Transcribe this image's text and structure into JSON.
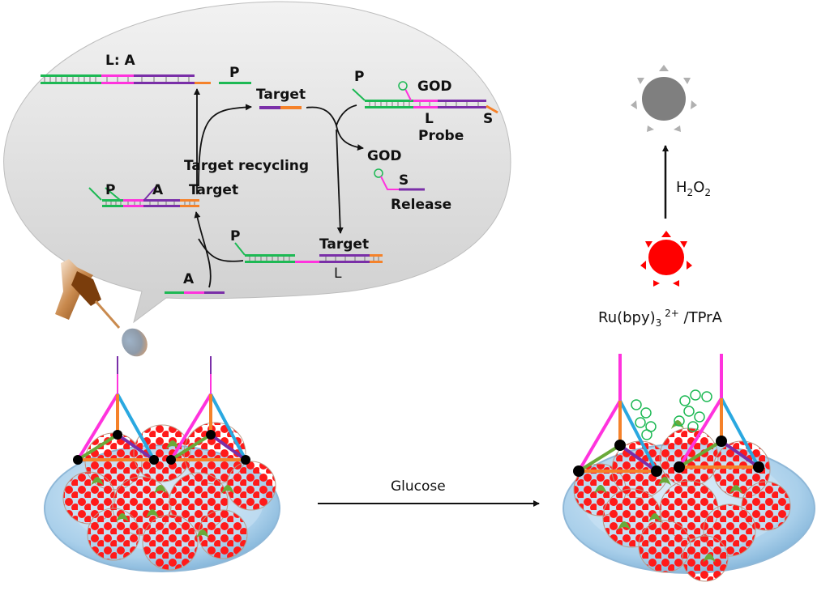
{
  "colors": {
    "green": "#1db954",
    "magenta": "#ff33dd",
    "purple": "#7a2fa8",
    "orange": "#f5822a",
    "cyan": "#2aa8e0",
    "red": "#ff0000",
    "gray_sun": "#7f7f7f",
    "bubble": "#d9d9d9",
    "leaf": "#6aaa3a"
  },
  "bubble": {
    "top_duplex_label": "L: A",
    "p_strand_label": "P",
    "target_label": "Target",
    "probe_p_label": "P",
    "probe_god_label": "GOD",
    "probe_l_label": "L",
    "probe_label": "Probe",
    "release_god_label": "GOD",
    "release_s_label": "S",
    "release_label": "Release",
    "recycling_label": "Target recycling",
    "mid_p_label": "P",
    "mid_a_label": "A",
    "mid_target_label": "Target",
    "bottom_p_label": "P",
    "bottom_target_label": "Target",
    "bottom_l_label": "L",
    "a_strand_label": "A",
    "probe_s_label": "S"
  },
  "right": {
    "h2o2_label": "H",
    "h2o2_sub1": "2",
    "h2o2_o": "O",
    "h2o2_sub2": "2",
    "ru_label": "Ru(bpy)",
    "ru_sub": "3",
    "ru_sup": " 2+",
    "ru_suffix": " /TPrA"
  },
  "bottom": {
    "glucose_label": "Glucose"
  }
}
